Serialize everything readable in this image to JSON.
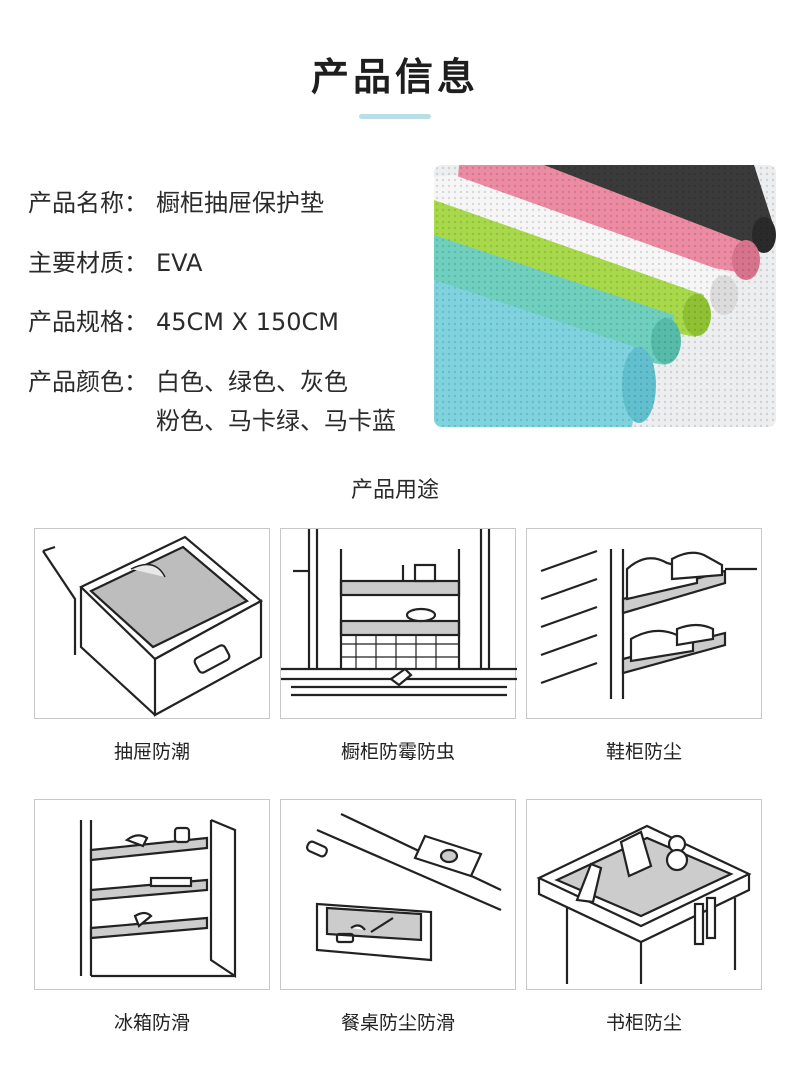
{
  "header": {
    "title": "产品信息"
  },
  "specs": [
    {
      "label": "产品名称：",
      "value": "橱柜抽屉保护垫"
    },
    {
      "label": "主要材质：",
      "value": "EVA"
    },
    {
      "label": "产品规格：",
      "value": "45CM X 150CM"
    },
    {
      "label": "产品颜色：",
      "value": "白色、绿色、灰色",
      "value2": "粉色、马卡绿、马卡蓝"
    }
  ],
  "colors": {
    "accent": "#b9dfe6",
    "mat_blue": "#7fd3df",
    "mat_teal": "#6fd0c0",
    "mat_green": "#a8d94a",
    "mat_white": "#f4f4f4",
    "mat_pink": "#ec8ba3",
    "mat_black": "#3a3a3a"
  },
  "usage": {
    "title": "产品用途",
    "items": [
      {
        "caption": "抽屉防潮",
        "icon": "drawer-icon"
      },
      {
        "caption": "橱柜防霉防虫",
        "icon": "kitchen-cabinet-icon"
      },
      {
        "caption": "鞋柜防尘",
        "icon": "shoe-cabinet-icon"
      },
      {
        "caption": "冰箱防滑",
        "icon": "fridge-icon"
      },
      {
        "caption": "餐桌防尘防滑",
        "icon": "dining-table-icon"
      },
      {
        "caption": "书柜防尘",
        "icon": "bookcase-icon"
      }
    ]
  }
}
